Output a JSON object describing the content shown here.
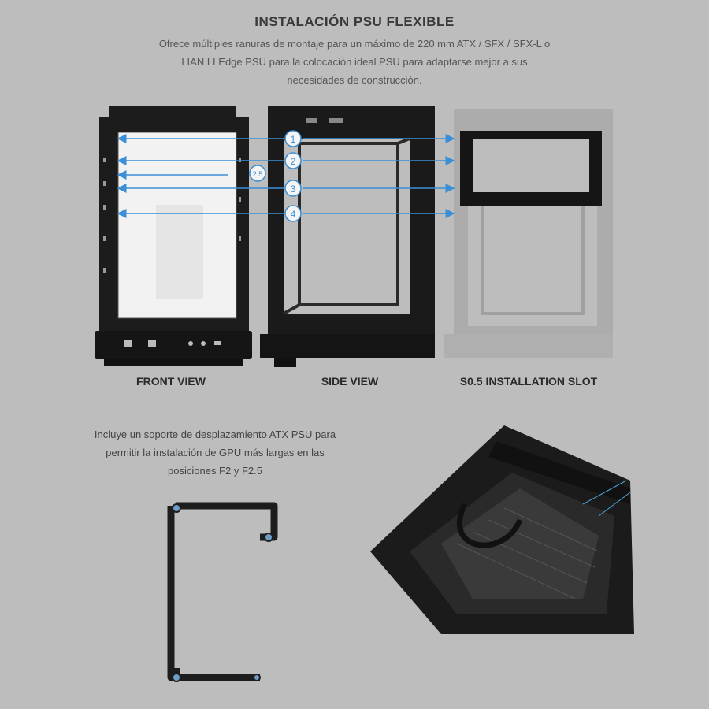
{
  "header": {
    "title": "INSTALACIÓN PSU FLEXIBLE",
    "subtitle_lines": [
      "Ofrece múltiples ranuras de montaje para un máximo de 220 mm ATX / SFX / SFX-L o",
      "LIAN LI Edge PSU para la colocación ideal PSU para adaptarse mejor a sus",
      "necesidades de construcción."
    ]
  },
  "views": {
    "front": "FRONT VIEW",
    "side": "SIDE VIEW",
    "slot": "S0.5 INSTALLATION SLOT"
  },
  "position_markers": [
    "1",
    "2",
    "2.5",
    "3",
    "4"
  ],
  "note_lines": [
    "Incluye un soporte de desplazamiento ATX PSU para",
    "permitir la instalación de GPU más largas en las",
    "posiciones F2 y F2.5"
  ],
  "colors": {
    "background": "#bdbdbd",
    "arrow": "#3b8fd6",
    "case": "#1c1c1c"
  }
}
